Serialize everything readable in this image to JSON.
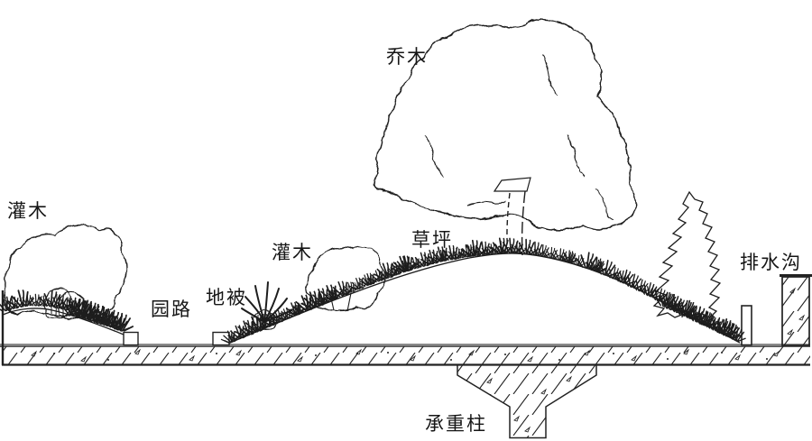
{
  "labels": {
    "arbor": "乔木",
    "shrub_left": "灌木",
    "shrub_mid": "灌木",
    "garden_path": "园路",
    "ground_cover": "地被",
    "lawn": "草坪",
    "drain_ditch": "排水沟",
    "bearing_column": "承重柱"
  },
  "colors": {
    "ink": "#1d1d1d",
    "background": "#ffffff"
  }
}
